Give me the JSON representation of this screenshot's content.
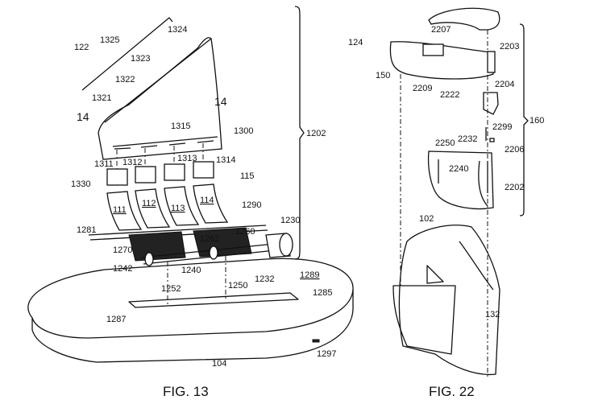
{
  "fig13": {
    "caption": "FIG. 13",
    "labels": {
      "l122": "122",
      "l1325": "1325",
      "l1324": "1324",
      "l1323": "1323",
      "l1322": "1322",
      "l1321": "1321",
      "s14a": "14",
      "s14b": "14",
      "l1315": "1315",
      "l1300": "1300",
      "l1311": "1311",
      "l1312": "1312",
      "l1313": "1313",
      "l1314": "1314",
      "l1330": "1330",
      "l115": "115",
      "l111": "111",
      "l112": "112",
      "l113": "113",
      "l114": "114",
      "l1290": "1290",
      "l1281": "1281",
      "l1262": "1262",
      "l1260": "1260",
      "l1230": "1230",
      "l1270": "1270",
      "l1242": "1242",
      "l1240": "1240",
      "l1232": "1232",
      "l1250": "1250",
      "l1252": "1252",
      "l1289": "1289",
      "l1285": "1285",
      "l1287": "1287",
      "l1297": "1297",
      "l104": "104",
      "l1202": "1202"
    }
  },
  "fig22": {
    "caption": "FIG. 22",
    "labels": {
      "l124": "124",
      "l2207": "2207",
      "l2203": "2203",
      "l150": "150",
      "l2209": "2209",
      "l2204": "2204",
      "l2222": "2222",
      "l2299": "2299",
      "l2232": "2232",
      "l2250": "2250",
      "l2206": "2206",
      "l2240": "2240",
      "l2202": "2202",
      "l160": "160",
      "l102": "102",
      "l132": "132"
    }
  }
}
